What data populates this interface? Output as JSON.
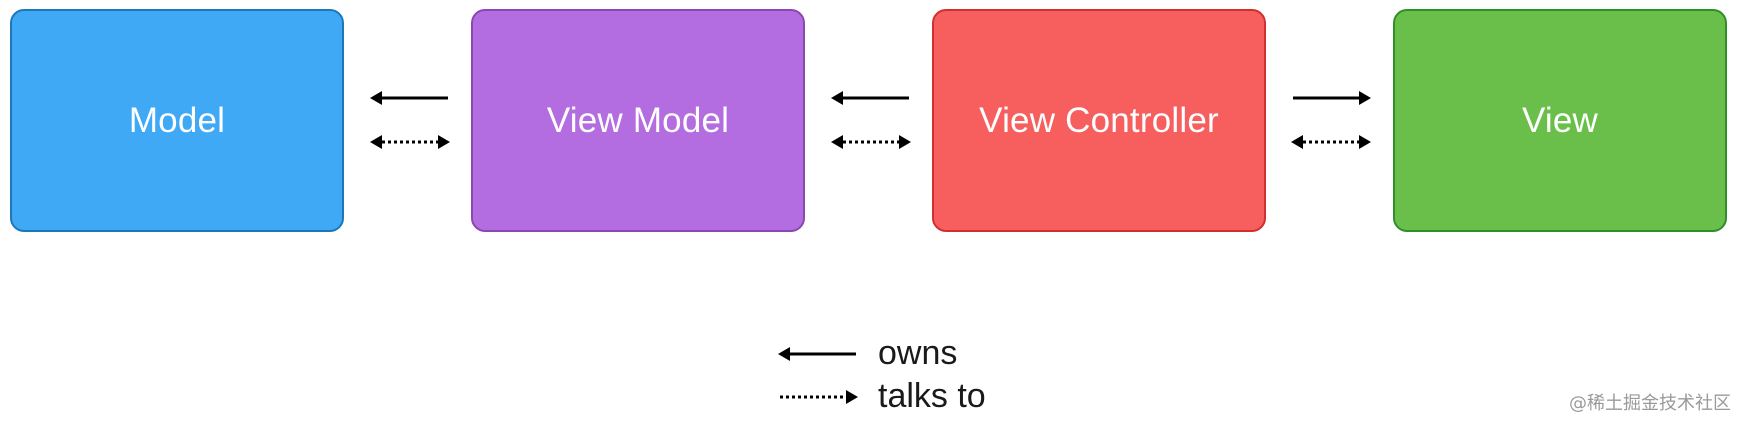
{
  "diagram": {
    "boxes": [
      {
        "id": "model",
        "label": "Model",
        "fill": "#3fa9f5",
        "stroke": "#1d78b8"
      },
      {
        "id": "viewmodel",
        "label": "View Model",
        "fill": "#b46de0",
        "stroke": "#8a48b1"
      },
      {
        "id": "viewcontroller",
        "label": "View Controller",
        "fill": "#f75f5f",
        "stroke": "#d0312f"
      },
      {
        "id": "view",
        "label": "View",
        "fill": "#6abf4b",
        "stroke": "#2f8f2a"
      }
    ],
    "connections": [
      {
        "from": "viewmodel",
        "to": "model",
        "type": "owns"
      },
      {
        "from": "model",
        "to": "viewmodel",
        "type": "talks to",
        "bidirectional": true
      },
      {
        "from": "viewcontroller",
        "to": "viewmodel",
        "type": "owns"
      },
      {
        "from": "viewmodel",
        "to": "viewcontroller",
        "type": "talks to",
        "bidirectional": true
      },
      {
        "from": "viewcontroller",
        "to": "view",
        "type": "owns"
      },
      {
        "from": "viewcontroller",
        "to": "view",
        "type": "talks to",
        "bidirectional": true
      }
    ]
  },
  "legend": {
    "owns_label": "owns",
    "talks_label": "talks to"
  },
  "watermark": "@稀土掘金技术社区",
  "colors": {
    "arrow": "#000000",
    "text": "#ffffff"
  }
}
